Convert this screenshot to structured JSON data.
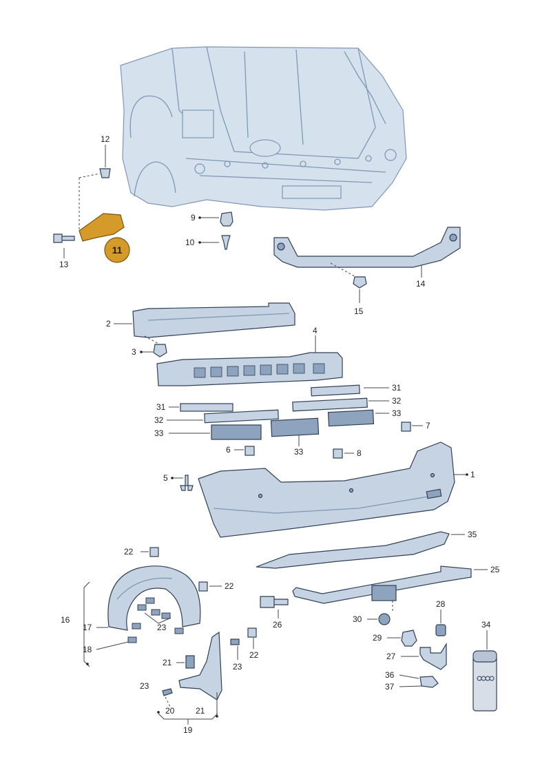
{
  "labels": {
    "l1": "1",
    "l2": "2",
    "l3": "3",
    "l4": "4",
    "l5": "5",
    "l6": "6",
    "l7": "7",
    "l8": "8",
    "l9": "9",
    "l10": "10",
    "l11": "11",
    "l12": "12",
    "l13": "13",
    "l14": "14",
    "l15": "15",
    "l16": "16",
    "l17": "17",
    "l18": "18",
    "l19": "19",
    "l20": "20",
    "l21a": "21",
    "l21b": "21",
    "l22a": "22",
    "l22b": "22",
    "l22c": "22",
    "l23a": "23",
    "l23b": "23",
    "l23c": "23",
    "l25": "25",
    "l26": "26",
    "l27": "27",
    "l28": "28",
    "l29": "29",
    "l30": "30",
    "l31a": "31",
    "l31b": "31",
    "l32a": "32",
    "l32b": "32",
    "l33a": "33",
    "l33b": "33",
    "l33c": "33",
    "l34": "34",
    "l35": "35",
    "l36": "36",
    "l37": "37"
  },
  "highlight": {
    "part_number": "11",
    "color": "#d49a2a"
  },
  "colors": {
    "part_fill": "#c6d3e2",
    "outline": "#2e3f55",
    "body_line": "#7f96b4"
  }
}
